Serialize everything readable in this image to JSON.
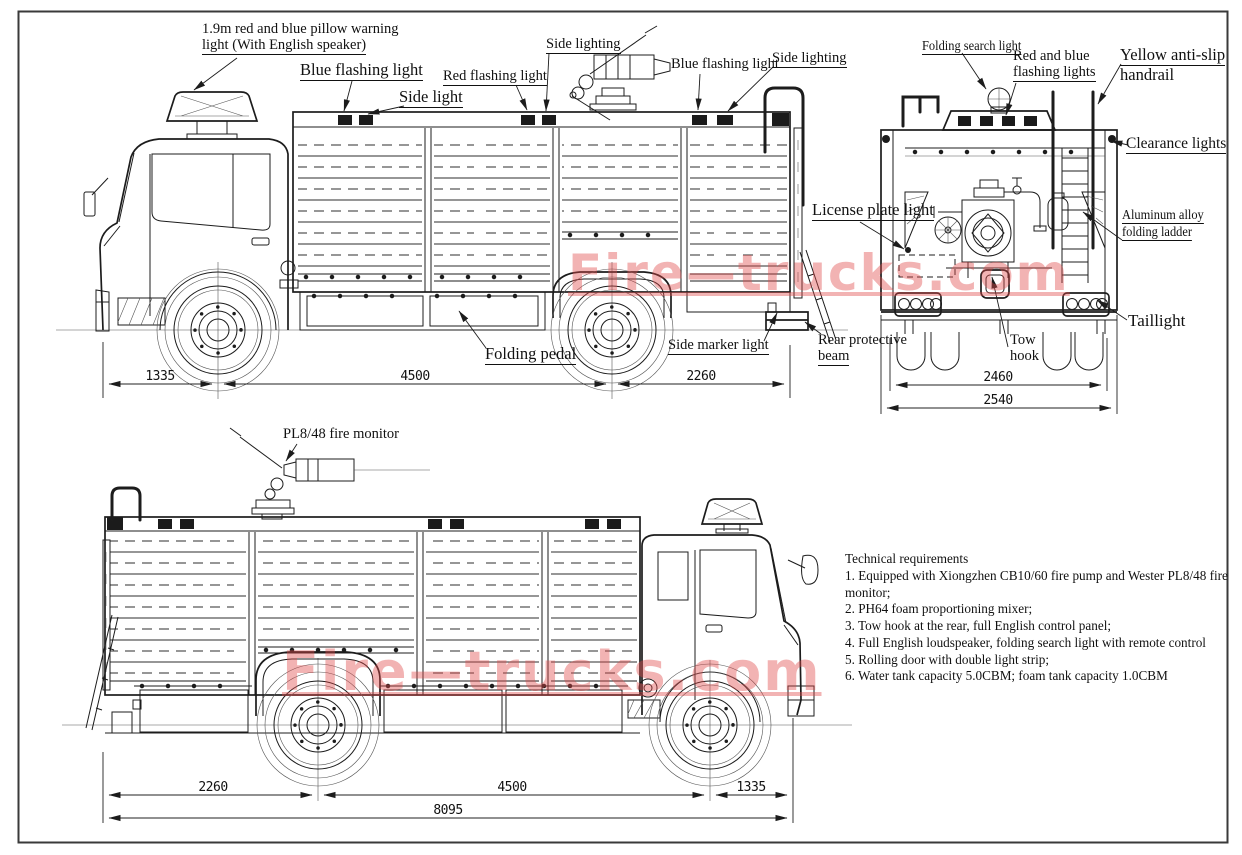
{
  "watermark": {
    "text": "Fire—trucks.com",
    "color": "#e04a4a"
  },
  "labels": {
    "pillow_1": "1.9m red and blue pillow warning",
    "pillow_2": "light (With English speaker)",
    "blue_flashing_left": "Blue flashing light",
    "side_light": "Side light",
    "red_flashing": "Red flashing light",
    "side_lighting_left": "Side lighting",
    "blue_flashing_mid": "Blue flashing light",
    "side_lighting_right": "Side lighting",
    "folding_search_light": "Folding search light",
    "red_blue_1": "Red and blue",
    "red_blue_2": "flashing lights",
    "handrail_1": "Yellow anti-slip",
    "handrail_2": "handrail",
    "clearance_lights": "Clearance lights",
    "license_plate_light": "License plate light",
    "ladder_1": "Aluminum alloy",
    "ladder_2": "folding ladder",
    "taillight": "Taillight",
    "rear_beam_1": "Rear protective",
    "rear_beam_2": "beam",
    "tow_1": "Tow",
    "tow_2": "hook",
    "side_marker_light": "Side marker light",
    "folding_pedal": "Folding pedal",
    "fire_monitor": "PL8/48 fire monitor"
  },
  "dimensions": {
    "side_view_top": {
      "front_overhang": "1335",
      "wheelbase": "4500",
      "rear_overhang": "2260"
    },
    "rear_view": {
      "track_width": "2460",
      "overall_width": "2540"
    },
    "side_view_bottom": {
      "rear_overhang": "2260",
      "wheelbase": "4500",
      "front_overhang": "1335",
      "overall_length": "8095"
    }
  },
  "tech_requirements": {
    "title": "Technical requirements",
    "items": [
      "1. Equipped with Xiongzhen CB10/60 fire pump and Wester PL8/48 fire monitor;",
      "2. PH64 foam proportioning mixer;",
      "3. Tow hook at the rear, full English control panel;",
      "4. Full English loudspeaker, folding search light with remote control",
      "5. Rolling door with double light strip;",
      "6. Water tank capacity 5.0CBM; foam tank capacity 1.0CBM"
    ]
  }
}
